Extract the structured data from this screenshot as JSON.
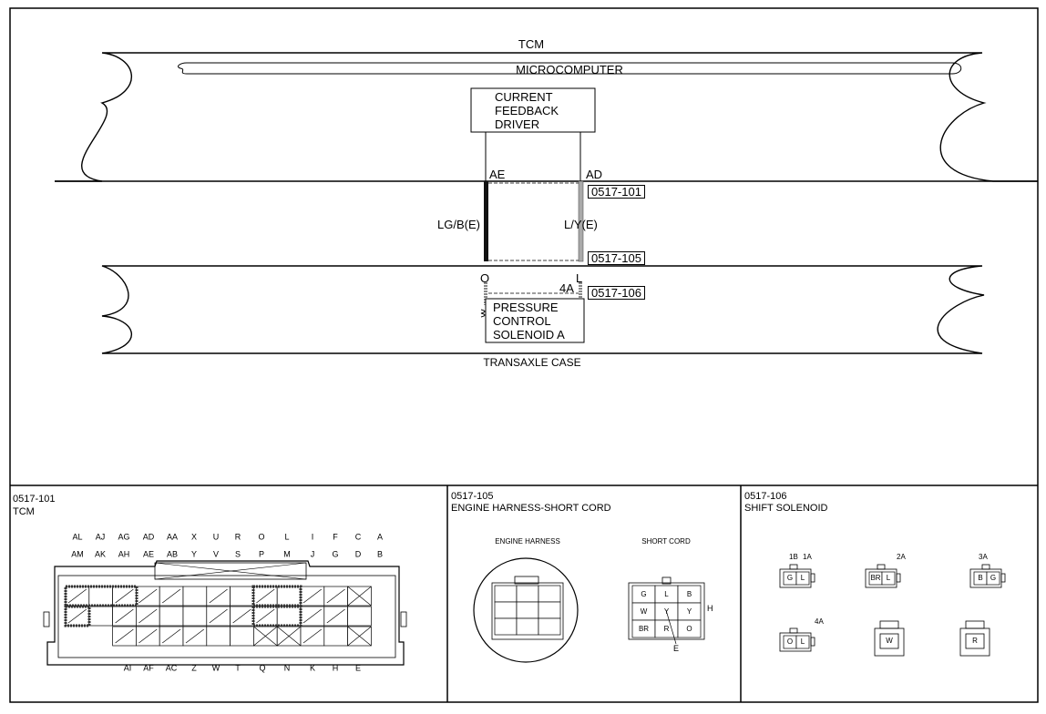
{
  "wiring": {
    "tcm_title": "TCM",
    "microcomputer": "MICROCOMPUTER",
    "driver": [
      "CURRENT",
      "FEEDBACK",
      "DRIVER"
    ],
    "term_ae": "AE",
    "term_ad": "AD",
    "wire_left": "LG/B(E)",
    "wire_right": "L/Y(E)",
    "connectors": [
      "0517-101",
      "0517-105",
      "0517-106"
    ],
    "solenoid_pin_o": "O",
    "solenoid_pin_l": "L",
    "solenoid_term": "4A",
    "solenoid": [
      "PRESSURE",
      "CONTROL",
      "SOLENOID A"
    ],
    "transaxle": "TRANSAXLE CASE"
  },
  "panel_101": {
    "code": "0517-101",
    "name": "TCM",
    "top_row1": [
      "AL",
      "AJ",
      "AG",
      "AD",
      "AA",
      "X",
      "U",
      "R",
      "O",
      "L",
      "I",
      "F",
      "C",
      "A"
    ],
    "top_row2": [
      "AM",
      "AK",
      "AH",
      "AE",
      "AB",
      "Y",
      "V",
      "S",
      "P",
      "M",
      "J",
      "G",
      "D",
      "B"
    ],
    "bottom_row": [
      "AI",
      "AF",
      "AC",
      "Z",
      "W",
      "T",
      "Q",
      "N",
      "K",
      "H",
      "E"
    ]
  },
  "panel_105": {
    "code": "0517-105",
    "name": "ENGINE HARNESS-SHORT CORD",
    "harness_label": "ENGINE HARNESS",
    "cord_label": "SHORT CORD",
    "cord_pins": [
      [
        "G",
        "L",
        "B"
      ],
      [
        "W",
        "Y",
        "Y"
      ],
      [
        "BR",
        "R",
        "O"
      ]
    ],
    "cord_h": "H",
    "cord_e": "E"
  },
  "panel_106": {
    "code": "0517-106",
    "name": "SHIFT SOLENOID",
    "conn_labels": [
      "1B",
      "1A",
      "2A",
      "3A",
      "4A"
    ],
    "pins_1": [
      "G",
      "L"
    ],
    "pins_2": [
      "BR",
      "L"
    ],
    "pins_3": [
      "B",
      "G"
    ],
    "pins_4": [
      "O",
      "L"
    ],
    "pin_5": "W",
    "pin_6": "R"
  }
}
